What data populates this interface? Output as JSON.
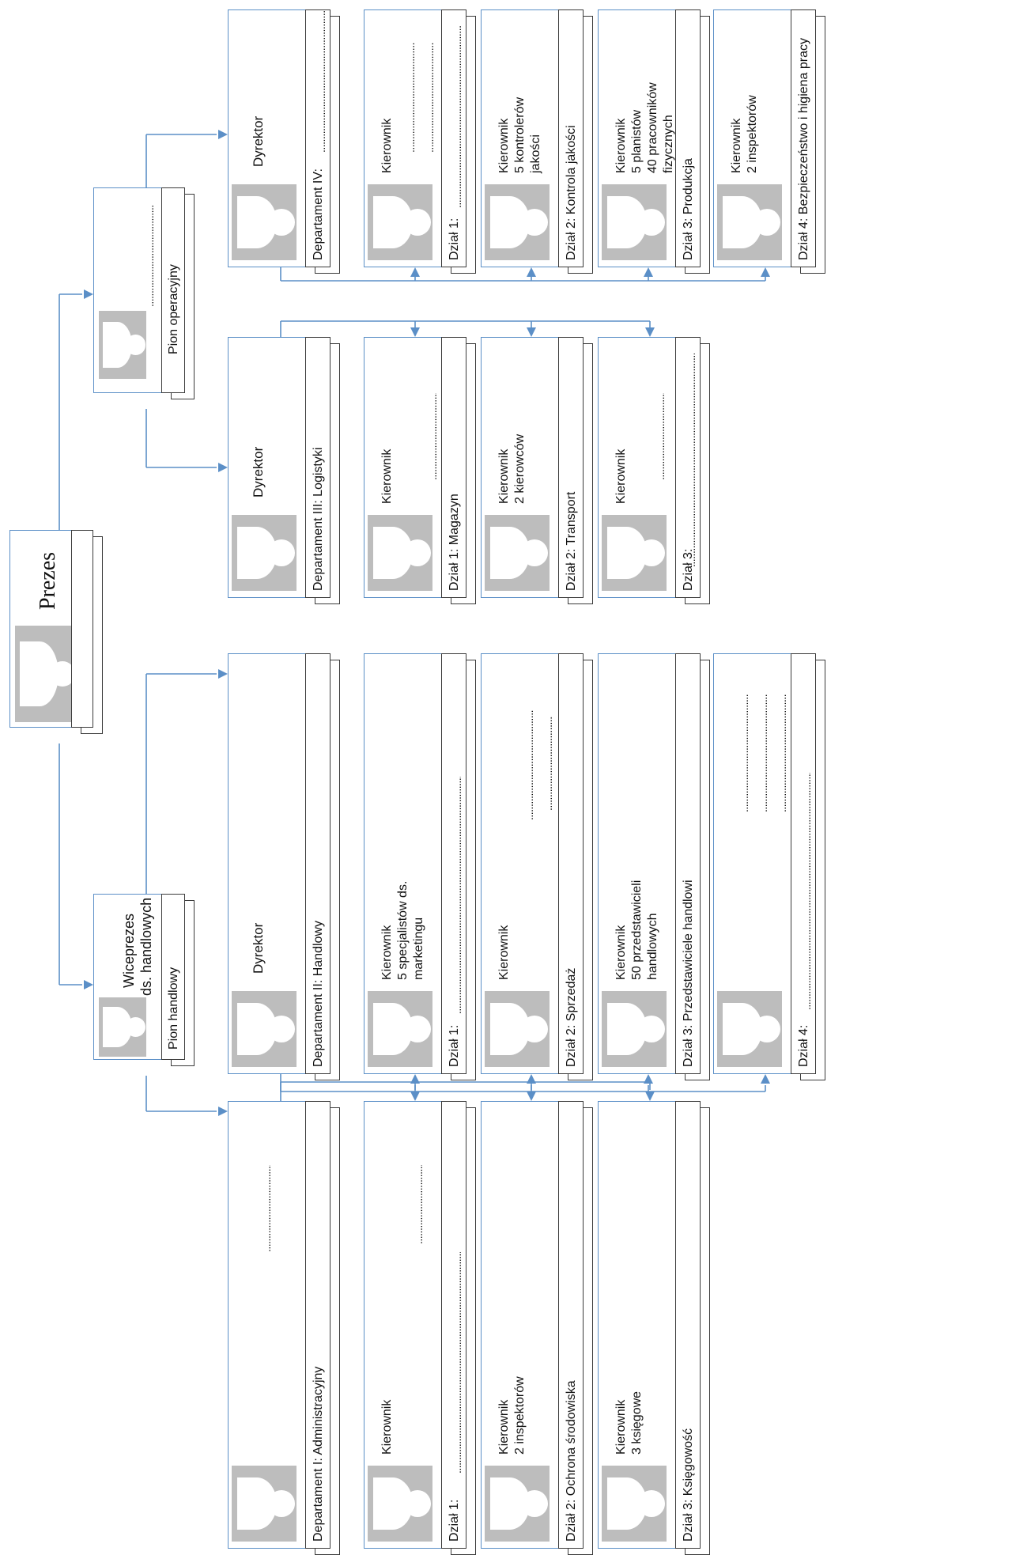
{
  "colors": {
    "line": "#5b8fc7",
    "border": "#3a3a3a",
    "photo": "#bdbdbd"
  },
  "placeholder": "................................................................................................................................................................",
  "prezes": {
    "title": "Prezes"
  },
  "pion_handlowy": {
    "line1": "Wiceprezes",
    "line2": "ds. handlowych",
    "label": "Pion handlowy"
  },
  "pion_operacyjny": {
    "label": "Pion operacyjny"
  },
  "dep1": {
    "label": "Departament I:  Administracyjny",
    "units": [
      {
        "label": "Dział 1:",
        "line1": "Kierownik",
        "line2": ""
      },
      {
        "label": "Dział 2:  Ochrona środowiska",
        "line1": "Kierownik",
        "line2": "2 inspektorów"
      },
      {
        "label": "Dział 3: Księgowość",
        "line1": "Kierownik",
        "line2": "3 księgowe"
      }
    ]
  },
  "dep2": {
    "label": "Departament II:  Handlowy",
    "director": "Dyrektor",
    "units": [
      {
        "label": "Dział 1:",
        "line1": "Kierownik",
        "line2": "5 specjalistów ds.",
        "line3": "marketingu"
      },
      {
        "label": "Dział 2:  Sprzedaż",
        "line1": "Kierownik"
      },
      {
        "label": "Dział 3:  Przedstawiciele handlowi",
        "line1": "Kierownik",
        "line2": "50 przedstawicieli",
        "line3": "handlowych"
      },
      {
        "label": "Dział 4:"
      }
    ]
  },
  "dep3": {
    "label": "Departament III:  Logistyki",
    "director": "Dyrektor",
    "units": [
      {
        "label": "Dział 1:  Magazyn",
        "line1": "Kierownik"
      },
      {
        "label": "Dział 2:  Transport",
        "line1": "Kierownik",
        "line2": "2 kierowców"
      },
      {
        "label": "Dział 3:",
        "line1": "Kierownik"
      }
    ]
  },
  "dep4": {
    "label": "Departament IV:",
    "director": "Dyrektor",
    "units": [
      {
        "label": "Dział 1:",
        "line1": "Kierownik"
      },
      {
        "label": "Dział 2:  Kontrola jakości",
        "line1": "Kierownik",
        "line2": "5  kontrolerów",
        "line3": "jakości"
      },
      {
        "label": "Dział 3:  Produkcja",
        "line1": "Kierownik",
        "line2": "5 planistów",
        "line3": "40 pracowników",
        "line4": "fizycznych"
      },
      {
        "label": "Dział 4: Bezpieczeństwo i higiena pracy",
        "line1": "Kierownik",
        "line2": "2 inspektorów"
      }
    ]
  }
}
